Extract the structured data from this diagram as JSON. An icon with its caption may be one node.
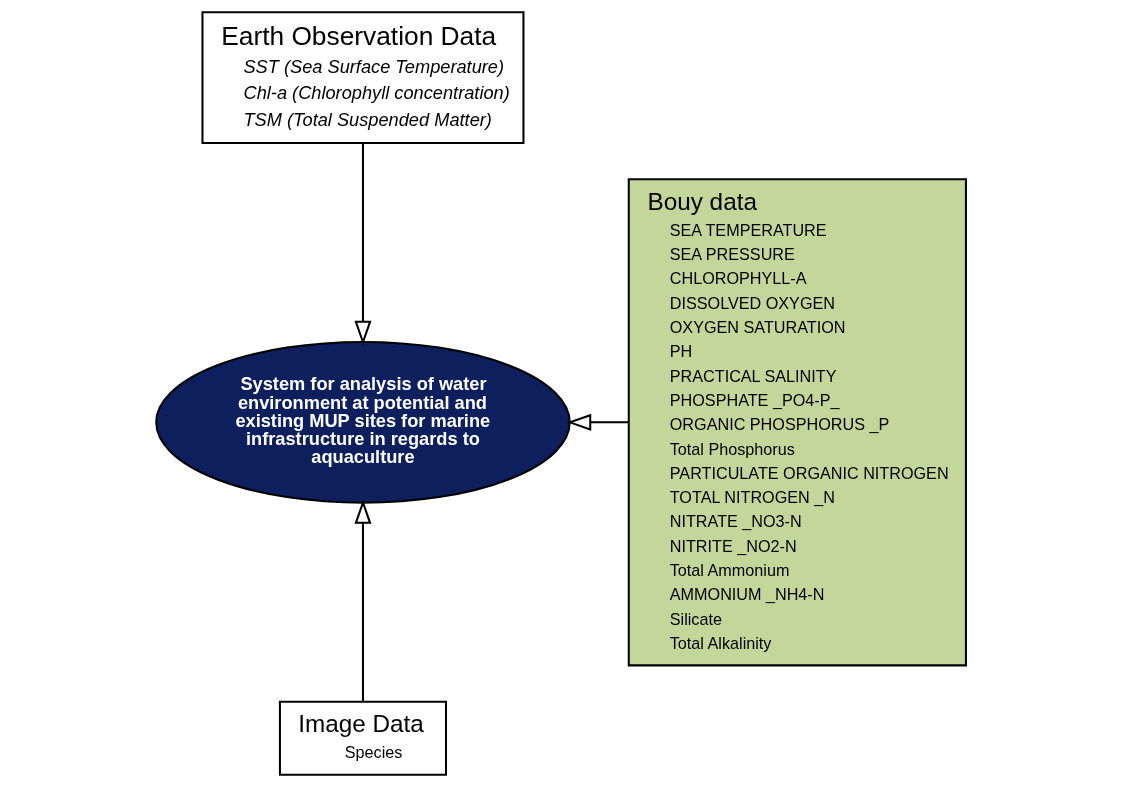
{
  "diagram": {
    "nodes": [
      {
        "text": [
          "Earth Observation Data",
          "SST (Sea Surface Temperature)",
          "Chl-a (Chlorophyll concentration)",
          "TSM (Total Suspended Matter)"
        ]
      },
      {
        "text": [
          "System for analysis of water environment at potential and existing MUP sites for marine infrastructure in regards to aquaculture"
        ]
      },
      {
        "text": [
          "Bouy data",
          "SEA TEMPERATURE",
          "SEA PRESSURE",
          "CHLOROPHYLL-A",
          "DISSOLVED OXYGEN",
          "OXYGEN SATURATION",
          "PH",
          "PRACTICAL SALINITY",
          "PHOSPHATE _PO4-P_",
          "ORGANIC PHOSPHORUS _P",
          "Total Phosphorus",
          "PARTICULATE ORGANIC NITROGEN",
          "TOTAL NITROGEN _N",
          "NITRATE _NO3-N",
          "NITRITE _NO2-N",
          "Total Ammonium",
          "AMMONIUM _NH4-N",
          "Silicate",
          "Total Alkalinity"
        ]
      },
      {
        "text": [
          "Image Data",
          "Species"
        ]
      }
    ],
    "edges": [
      {
        "from": 0,
        "to": 1,
        "arrow": "to"
      },
      {
        "from": 2,
        "to": 1,
        "arrow": "to"
      },
      {
        "from": 3,
        "to": 1,
        "arrow": "to"
      }
    ]
  }
}
